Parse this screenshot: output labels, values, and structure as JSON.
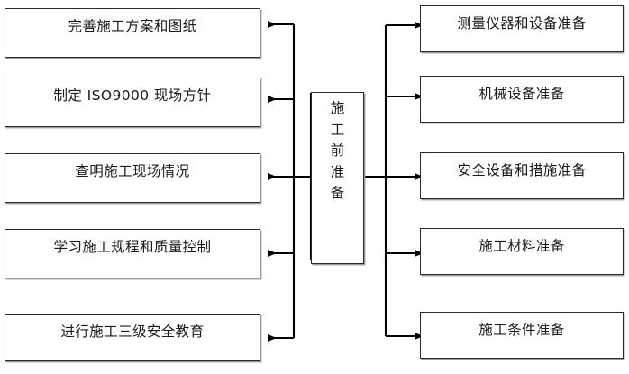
{
  "diagram": {
    "title": "施工前准备",
    "type": "flowchart",
    "orientation": "center-hub-with-two-branches",
    "colors": {
      "box_border": "#2b2b2b",
      "box_fill": "#ffffff",
      "line": "#000000",
      "text": "#1a1a1a",
      "shadow": "#9a9a9a"
    },
    "center": {
      "label": "施工前准备",
      "chars": [
        "施",
        "工",
        "前",
        "准",
        "备"
      ]
    },
    "left_branch": {
      "arrow_direction": "points-left-into-boxes",
      "items": [
        {
          "label": "完善施工方案和图纸"
        },
        {
          "label": "制定 ISO9000 现场方针"
        },
        {
          "label": "查明施工现场情况"
        },
        {
          "label": "学习施工规程和质量控制"
        },
        {
          "label": "进行施工三级安全教育"
        }
      ]
    },
    "right_branch": {
      "arrow_direction": "points-right-into-boxes",
      "items": [
        {
          "label": "测量仪器和设备准备"
        },
        {
          "label": "机械设备准备"
        },
        {
          "label": "安全设备和措施准备"
        },
        {
          "label": "施工材料准备"
        },
        {
          "label": "施工条件准备"
        }
      ]
    }
  }
}
